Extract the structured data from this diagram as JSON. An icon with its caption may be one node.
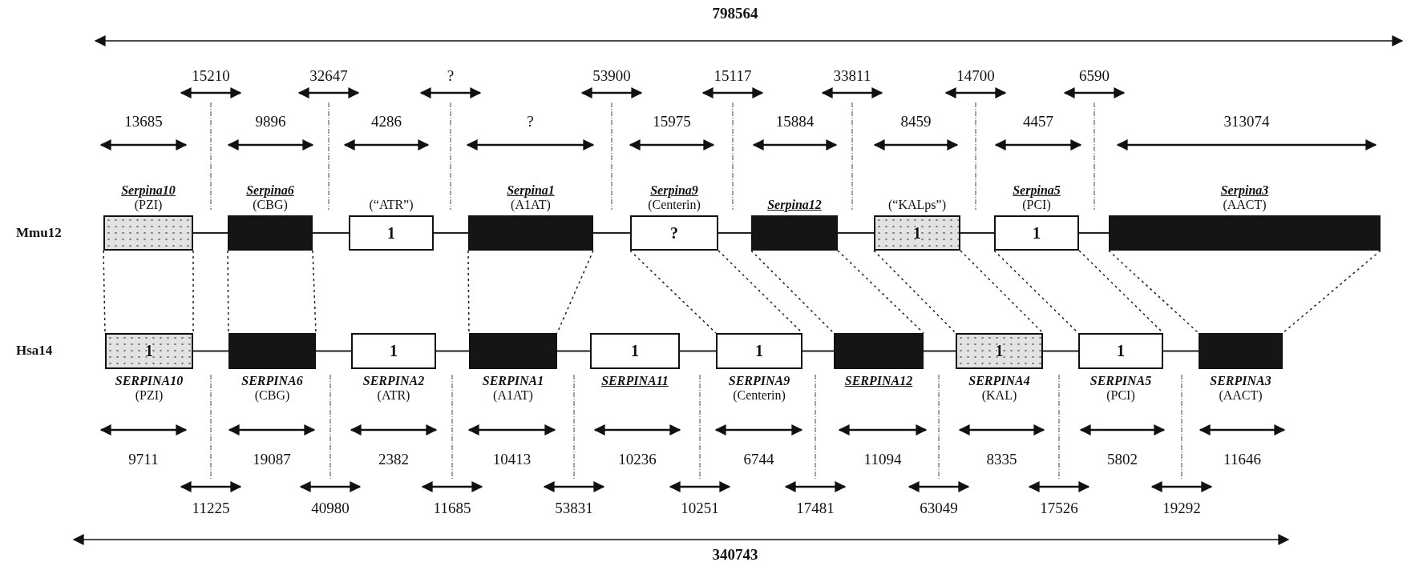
{
  "diagram": {
    "nodes": [
      {
        "text": [
          "Serpina10",
          "(PZI)"
        ]
      },
      {
        "text": [
          "Serpina6",
          "(CBG)"
        ]
      },
      {
        "text": [
          "(“ATR”)",
          "1"
        ]
      },
      {
        "text": [
          "Serpina1",
          "(A1AT)"
        ]
      },
      {
        "text": [
          "Serpina9",
          "(Centerin)",
          "?"
        ]
      },
      {
        "text": [
          "Serpina12"
        ]
      },
      {
        "text": [
          "(“KALps”)",
          "1"
        ]
      },
      {
        "text": [
          "Serpina5",
          "(PCI)",
          "1"
        ]
      },
      {
        "text": [
          "Serpina3",
          "(AACT)"
        ]
      },
      {
        "text": [
          "1",
          "SERPINA10",
          "(PZI)"
        ]
      },
      {
        "text": [
          "SERPINA6",
          "(CBG)"
        ]
      },
      {
        "text": [
          "1",
          "SERPINA2",
          "(ATR)"
        ]
      },
      {
        "text": [
          "SERPINA1",
          "(A1AT)"
        ]
      },
      {
        "text": [
          "1",
          "SERPINA11"
        ]
      },
      {
        "text": [
          "1",
          "SERPINA9",
          "(Centerin)"
        ]
      },
      {
        "text": [
          "SERPINA12"
        ]
      },
      {
        "text": [
          "1",
          "SERPINA4",
          "(KAL)"
        ]
      },
      {
        "text": [
          "1",
          "SERPINA5",
          "(PCI)"
        ]
      },
      {
        "text": [
          "SERPINA3",
          "(AACT)"
        ]
      }
    ],
    "edges": [
      {
        "from": 0,
        "to": 1,
        "arrow": "none"
      },
      {
        "from": 1,
        "to": 2,
        "arrow": "none"
      },
      {
        "from": 2,
        "to": 3,
        "arrow": "none"
      },
      {
        "from": 3,
        "to": 4,
        "arrow": "none"
      },
      {
        "from": 4,
        "to": 5,
        "arrow": "none"
      },
      {
        "from": 5,
        "to": 6,
        "arrow": "none"
      },
      {
        "from": 6,
        "to": 7,
        "arrow": "none"
      },
      {
        "from": 7,
        "to": 8,
        "arrow": "none"
      },
      {
        "from": 9,
        "to": 10,
        "arrow": "none"
      },
      {
        "from": 10,
        "to": 11,
        "arrow": "none"
      },
      {
        "from": 11,
        "to": 12,
        "arrow": "none"
      },
      {
        "from": 12,
        "to": 13,
        "arrow": "none"
      },
      {
        "from": 13,
        "to": 14,
        "arrow": "none"
      },
      {
        "from": 14,
        "to": 15,
        "arrow": "none"
      },
      {
        "from": 15,
        "to": 16,
        "arrow": "none"
      },
      {
        "from": 16,
        "to": 17,
        "arrow": "none"
      },
      {
        "from": 17,
        "to": 18,
        "arrow": "none"
      },
      {
        "from": 0,
        "to": 9,
        "arrow": "none",
        "style": "dashed"
      },
      {
        "from": 0,
        "to": 9,
        "arrow": "none",
        "style": "dashed"
      },
      {
        "from": 1,
        "to": 10,
        "arrow": "none",
        "style": "dashed"
      },
      {
        "from": 1,
        "to": 10,
        "arrow": "none",
        "style": "dashed"
      },
      {
        "from": 3,
        "to": 12,
        "arrow": "none",
        "style": "dashed"
      },
      {
        "from": 3,
        "to": 12,
        "arrow": "none",
        "style": "dashed"
      },
      {
        "from": 4,
        "to": 14,
        "arrow": "none",
        "style": "dashed"
      },
      {
        "from": 4,
        "to": 14,
        "arrow": "none",
        "style": "dashed"
      },
      {
        "from": 5,
        "to": 15,
        "arrow": "none",
        "style": "dashed"
      },
      {
        "from": 5,
        "to": 15,
        "arrow": "none",
        "style": "dashed"
      },
      {
        "from": 6,
        "to": 16,
        "arrow": "none",
        "style": "dashed"
      },
      {
        "from": 6,
        "to": 16,
        "arrow": "none",
        "style": "dashed"
      },
      {
        "from": 7,
        "to": 17,
        "arrow": "none",
        "style": "dashed"
      },
      {
        "from": 7,
        "to": 17,
        "arrow": "none",
        "style": "dashed"
      },
      {
        "from": 8,
        "to": 18,
        "arrow": "none",
        "style": "dashed"
      },
      {
        "from": 8,
        "to": 18,
        "arrow": "none",
        "style": "dashed"
      }
    ],
    "labels": [
      "798564",
      "15210",
      "32647",
      "?",
      "53900",
      "15117",
      "33811",
      "14700",
      "6590",
      "13685",
      "9896",
      "4286",
      "?",
      "15975",
      "15884",
      "8459",
      "4457",
      "313074",
      "Mmu12",
      "Hsa14",
      "9711",
      "19087",
      "2382",
      "10413",
      "10236",
      "6744",
      "11094",
      "8335",
      "5802",
      "11646",
      "11225",
      "40980",
      "11685",
      "53831",
      "10251",
      "17481",
      "63049",
      "17526",
      "19292",
      "340743"
    ]
  }
}
